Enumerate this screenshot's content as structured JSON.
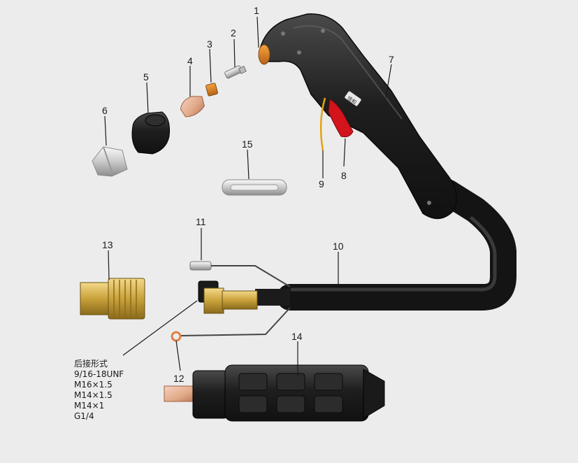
{
  "callouts": [
    "1",
    "2",
    "3",
    "4",
    "5",
    "6",
    "7",
    "8",
    "9",
    "10",
    "11",
    "12",
    "13",
    "14",
    "15"
  ],
  "connection_spec": {
    "title": "后接形式",
    "items": [
      "9/16-18UNF",
      "M16×1.5",
      "M14×1.5",
      "M14×1",
      "G1/4"
    ]
  },
  "torch_logo": "佳和",
  "colors": {
    "background": "#ececec",
    "handle": "#2a2a2a",
    "trigger": "#d4141c",
    "brass": "#c9a23a",
    "copper": "#e0a887",
    "wire": "#e3a317"
  }
}
